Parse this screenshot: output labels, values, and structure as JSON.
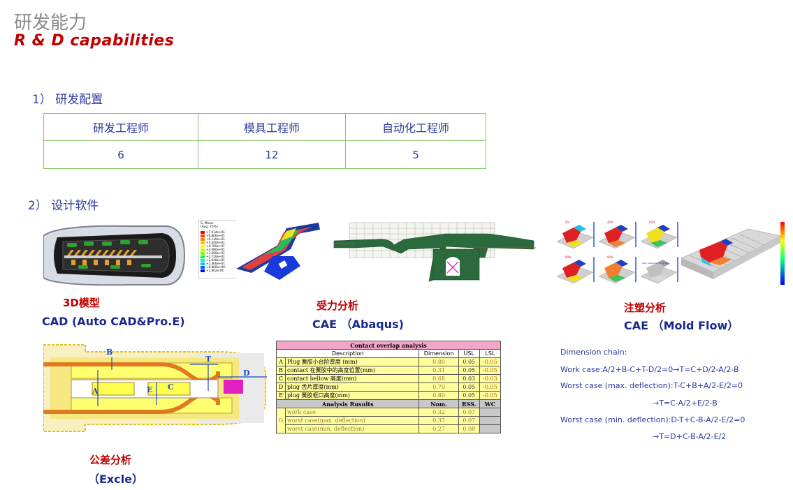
{
  "header": {
    "title_cn": "研发能力",
    "title_en": "R & D capabilities"
  },
  "section1": {
    "label": "1） 研发配置",
    "columns": [
      "研发工程师",
      "模具工程师",
      "自动化工程师"
    ],
    "values": [
      "6",
      "12",
      "5"
    ]
  },
  "section2": {
    "label": "2） 设计软件"
  },
  "software": {
    "cad": {
      "cn": "3D模型",
      "en": "CAD (Auto CAD&Pro.E)"
    },
    "cae": {
      "cn": "受力分析",
      "en": "CAE （Abaqus)"
    },
    "moldflow": {
      "cn": "注塑分析",
      "en": "CAE （Mold Flow）"
    },
    "excel": {
      "cn": "公差分析",
      "en": "（Excle）"
    }
  },
  "stress_legend": {
    "title": "S, Mises\n(Avg: 75%)",
    "values": [
      "+7.014e+01",
      "+6.800e+01",
      "+6.130e+01",
      "+5.440e+01",
      "+4.760e+01",
      "+4.080e+01",
      "+3.400e+01",
      "+2.720e+01",
      "+2.040e+01",
      "+1.360e+01",
      "+6.800e+00",
      "+1.802e-04"
    ],
    "colors": [
      "#ff0000",
      "#ff4000",
      "#ff8000",
      "#ffbf00",
      "#ffff00",
      "#bfff00",
      "#80ff00",
      "#00ff40",
      "#00ffbf",
      "#00bfff",
      "#0060ff",
      "#0000ff"
    ]
  },
  "overlap_table": {
    "title": "Contact overlap analysis",
    "headers": [
      "Description",
      "Dimension",
      "USL",
      "LSL"
    ],
    "rows": [
      {
        "id": "A",
        "desc": "Plug 簧胶小台阶厚度 (mm)",
        "dim": "0.80",
        "usl": "0.05",
        "lsl": "-0.05"
      },
      {
        "id": "B",
        "desc": "contact 在簧胶中的高度位置(mm)",
        "dim": "0.31",
        "usl": "0.05",
        "lsl": "-0.05"
      },
      {
        "id": "C",
        "desc": "contact bellow 高度(mm)",
        "dim": "0.68",
        "usl": "0.03",
        "lsl": "-0.03"
      },
      {
        "id": "D",
        "desc": "plug 舌片厚度(mm)",
        "dim": "0.70",
        "usl": "0.05",
        "lsl": "-0.05"
      },
      {
        "id": "E",
        "desc": "plug 簧胶框口高度(mm)",
        "dim": "0.80",
        "usl": "0.05",
        "lsl": "-0.05"
      }
    ],
    "result_headers": [
      "Analysis Rusults",
      "Nom.",
      "RSS.",
      "WC"
    ],
    "result_group": "G",
    "results": [
      {
        "name": "work case",
        "nom": "0.32",
        "rss": "0.07"
      },
      {
        "name": "worst case(max. deflection)",
        "nom": "0.37",
        "rss": "0.07"
      },
      {
        "name": "worst case(min. deflection)",
        "nom": "0.27",
        "rss": "0.08"
      }
    ]
  },
  "dimension_chain": {
    "title": "Dimension chain:",
    "lines": [
      "Work case:A/2+B-C+T-D/2=0→T=C+D/2-A/2-B",
      "Worst case (max. deflection):T-C+B+A/2-E/2=0",
      "→T=C-A/2+E/2-B",
      "Worst case (min. deflection):D-T+C-B-A/2-E/2=0",
      "→T=D+C-B-A/2-E/2"
    ]
  },
  "diagram_labels": {
    "a": "A",
    "b": "B",
    "c": "C",
    "d": "D",
    "e": "E",
    "t": "T"
  },
  "moldflow_labels": [
    "0%",
    "40%",
    "60%",
    "80%",
    "90%",
    "Max. pressure: 17.07 MPa"
  ]
}
